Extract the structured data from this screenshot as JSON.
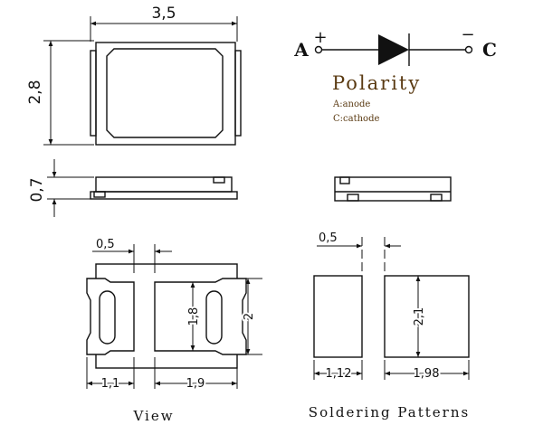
{
  "top_view": {
    "width_dim": "3,5",
    "height_dim": "2,8"
  },
  "side_view": {
    "thickness_dim": "0,7"
  },
  "polarity": {
    "anode_letter": "A",
    "cathode_letter": "C",
    "plus": "+",
    "minus": "−",
    "title": "Polarity",
    "anode_label": "A:anode",
    "cathode_label": "C:cathode",
    "title_color": "#5a3a12"
  },
  "bottom_view": {
    "gap_dim": "0,5",
    "pad_height_dim": "1,8",
    "overall_height_dim": "2",
    "left_pad_dim": "1,1",
    "right_pad_dim": "1,9",
    "caption": "View"
  },
  "soldering": {
    "gap_dim": "0,5",
    "height_dim": "2,1",
    "left_dim": "1,12",
    "right_dim": "1,98",
    "caption": "Soldering Patterns"
  }
}
